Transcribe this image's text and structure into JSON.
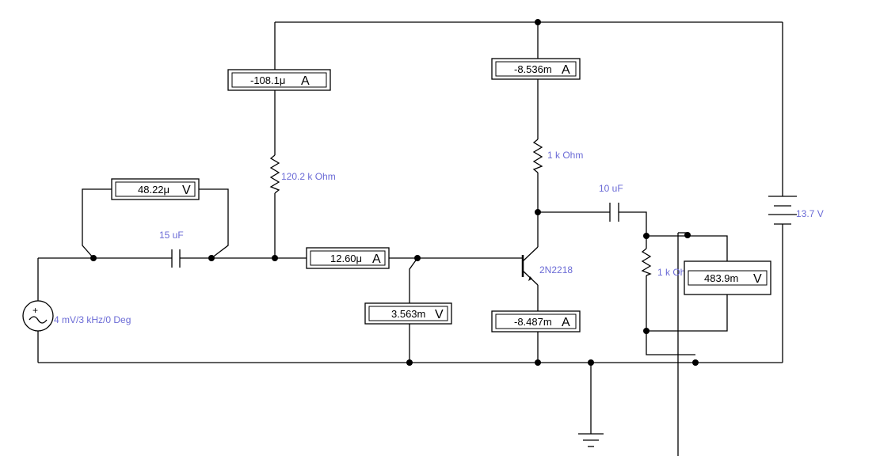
{
  "components": {
    "r_base": {
      "label": "120.2 k Ohm"
    },
    "r_collector": {
      "label": "1 k Ohm"
    },
    "c_in": {
      "label": "15 uF"
    },
    "c_out": {
      "label": "10 uF"
    },
    "r_load": {
      "label": "1 k Ohm"
    },
    "transistor": {
      "label": "2N2218"
    },
    "source": {
      "label": "4 mV/3 kHz/0 Deg"
    },
    "battery": {
      "label": "13.7 V"
    }
  },
  "meters": {
    "base_bias_current": {
      "value": "-108.1μ",
      "unit": "A"
    },
    "collector_current": {
      "value": "-8.536m",
      "unit": "A"
    },
    "input_cap_voltage": {
      "value": "48.22μ",
      "unit": "V"
    },
    "base_current": {
      "value": "12.60μ",
      "unit": "A"
    },
    "base_voltage": {
      "value": "3.563m",
      "unit": "V"
    },
    "emitter_current": {
      "value": "-8.487m",
      "unit": "A"
    },
    "output_voltage": {
      "value": "483.9m",
      "unit": "V"
    }
  },
  "colors": {
    "wire": "#000000",
    "label": "#6b6bd6",
    "background": "#ffffff"
  }
}
